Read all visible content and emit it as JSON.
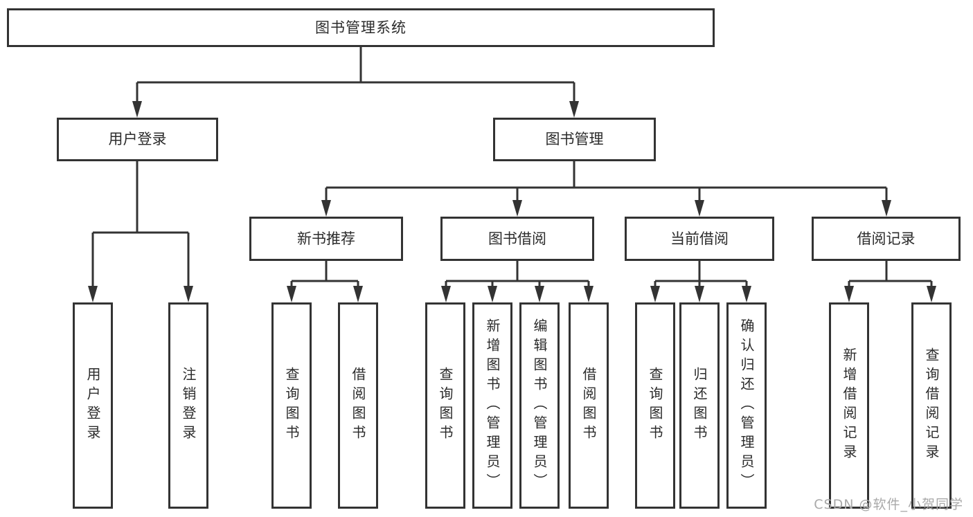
{
  "nodes": {
    "root": {
      "label": "图书管理系统"
    },
    "user_login": {
      "label": "用户登录",
      "leaves": [
        {
          "label": "用户登录"
        },
        {
          "label": "注销登录"
        }
      ]
    },
    "book_mgmt": {
      "label": "图书管理"
    },
    "new_book": {
      "label": "新书推荐",
      "leaves": [
        {
          "label": "查询图书"
        },
        {
          "label": "借阅图书"
        }
      ]
    },
    "book_borrow": {
      "label": "图书借阅",
      "leaves": [
        {
          "label": "查询图书"
        },
        {
          "label": "新增图书（管理员）"
        },
        {
          "label": "编辑图书（管理员）"
        },
        {
          "label": "借阅图书"
        }
      ]
    },
    "current_borrow": {
      "label": "当前借阅",
      "leaves": [
        {
          "label": "查询图书"
        },
        {
          "label": "归还图书"
        },
        {
          "label": "确认归还（管理员）"
        }
      ]
    },
    "borrow_records": {
      "label": "借阅记录",
      "leaves": [
        {
          "label": "新增借阅记录"
        },
        {
          "label": "查询借阅记录"
        }
      ]
    }
  },
  "watermark": {
    "text": "CSDN @软件_小贺同学"
  },
  "colors": {
    "line": "#333333",
    "box_border": "#333333",
    "box_fill": "#ffffff",
    "text": "#2b2b2b",
    "watermark": "#a9a9a9",
    "background": "#ffffff"
  }
}
